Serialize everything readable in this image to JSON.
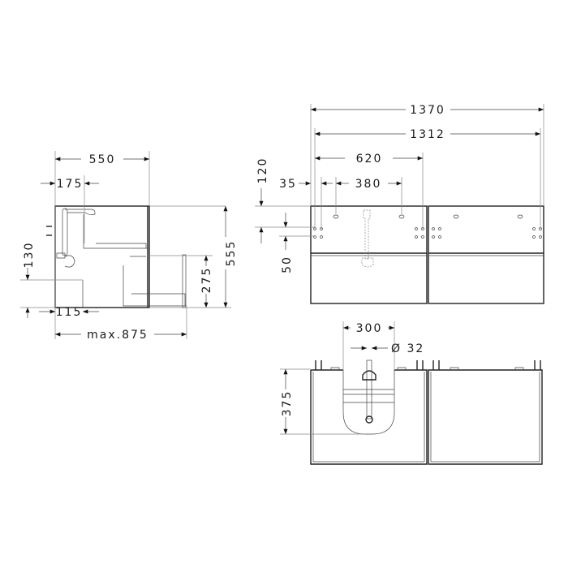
{
  "side_view": {
    "width_label": "550",
    "offset_label": "175",
    "height_label": "555",
    "drawer_height_label": "275",
    "drain_height_label": "130",
    "bottom_offset_label": "115",
    "max_depth_label": "max.875"
  },
  "front_view": {
    "total_width_label": "1370",
    "inner_width_label": "1312",
    "hole_span_label": "620",
    "hole_spacing_label": "380",
    "edge_offset_label": "35",
    "top_offset_label": "120",
    "vertical_spacing_label": "50"
  },
  "top_view": {
    "cutout_width_label": "300",
    "pipe_diameter_label": "Ø 32",
    "cutout_depth_label": "375"
  }
}
